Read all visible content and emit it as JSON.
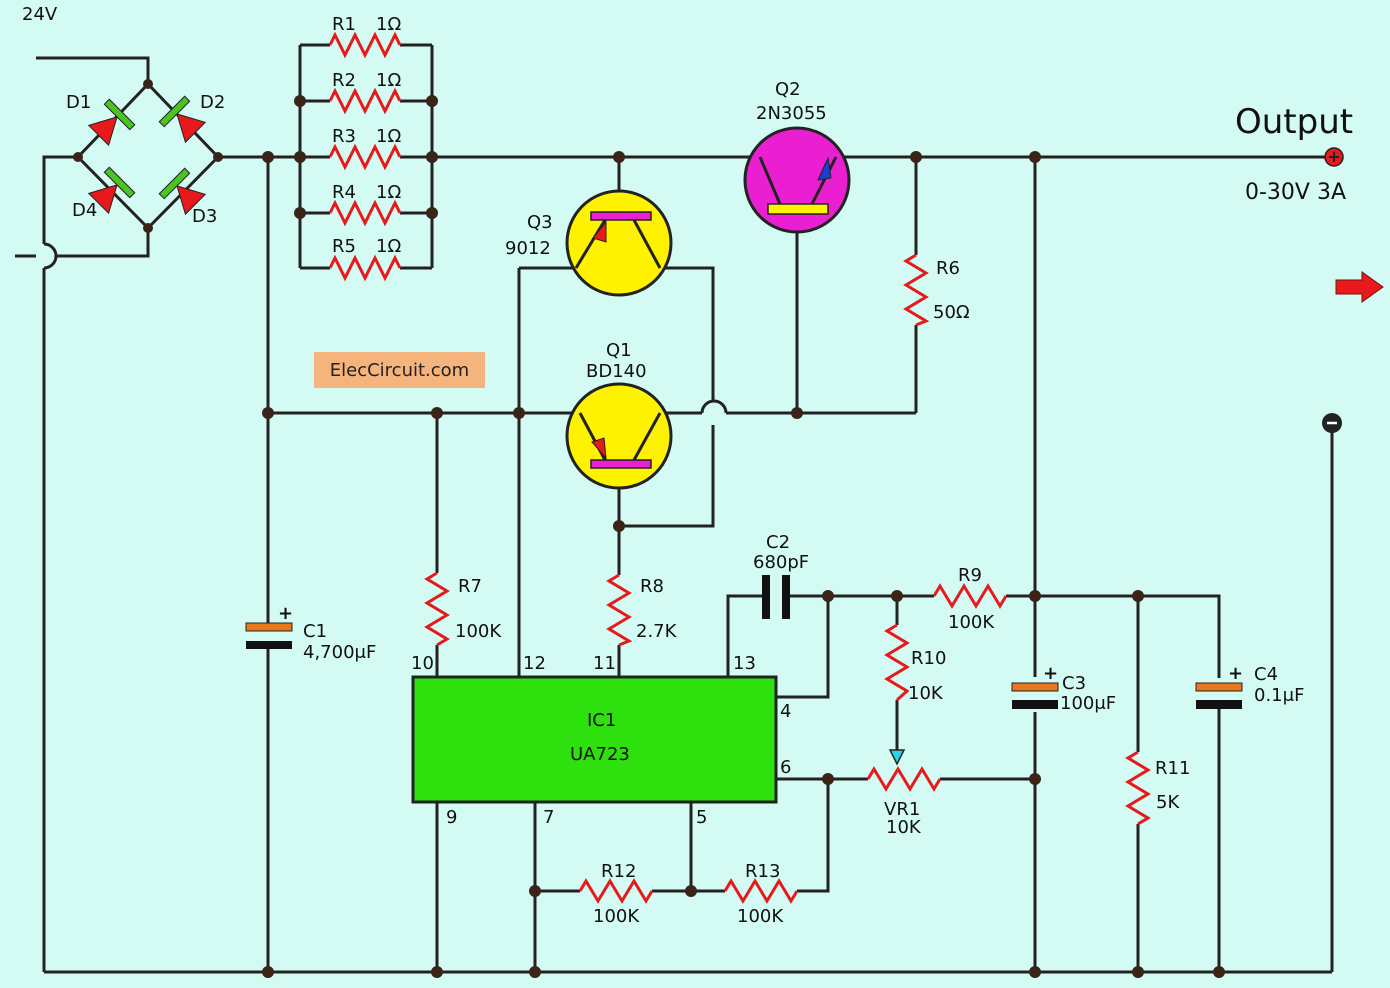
{
  "labels": {
    "supply": "24V",
    "output_title": "Output",
    "output_spec": "0-30V 3A",
    "website": "ElecCircuit.com",
    "d1": "D1",
    "d2": "D2",
    "d3": "D3",
    "d4": "D4",
    "r1": "R1",
    "r1v": "1Ω",
    "r2": "R2",
    "r2v": "1Ω",
    "r3": "R3",
    "r3v": "1Ω",
    "r4": "R4",
    "r4v": "1Ω",
    "r5": "R5",
    "r5v": "1Ω",
    "q2": "Q2",
    "q2v": "2N3055",
    "q3": "Q3",
    "q3v": "9012",
    "q1": "Q1",
    "q1v": "BD140",
    "r6": "R6",
    "r6v": "50Ω",
    "c1": "C1",
    "c1v": "4,700μF",
    "r7": "R7",
    "r7v": "100K",
    "r8": "R8",
    "r8v": "2.7K",
    "c2": "C2",
    "c2v": "680pF",
    "r9": "R9",
    "r9v": "100K",
    "r10": "R10",
    "r10v": "10K",
    "c3": "C3",
    "c3v": "100μF",
    "c4": "C4",
    "c4v": "0.1μF",
    "r11": "R11",
    "r11v": "5K",
    "vr1": "VR1",
    "vr1v": "10K",
    "r12": "R12",
    "r12v": "100K",
    "r13": "R13",
    "r13v": "100K",
    "ic1": "IC1",
    "ic1v": "UA723",
    "pin10": "10",
    "pin12": "12",
    "pin11": "11",
    "pin13": "13",
    "pin4": "4",
    "pin6": "6",
    "pin9": "9",
    "pin7": "7",
    "pin5": "5"
  },
  "colors": {
    "background": "#d4fbf3",
    "resistor": "#e8181b",
    "transistor_pnp": "#fff200",
    "transistor_npn": "#ea1fd2",
    "ic_body": "#2ee00e",
    "diode_body": "#e8181b",
    "diode_bar": "#49c51f",
    "capacitor_plate": "#e8781b",
    "website_box": "#f4b47c"
  }
}
